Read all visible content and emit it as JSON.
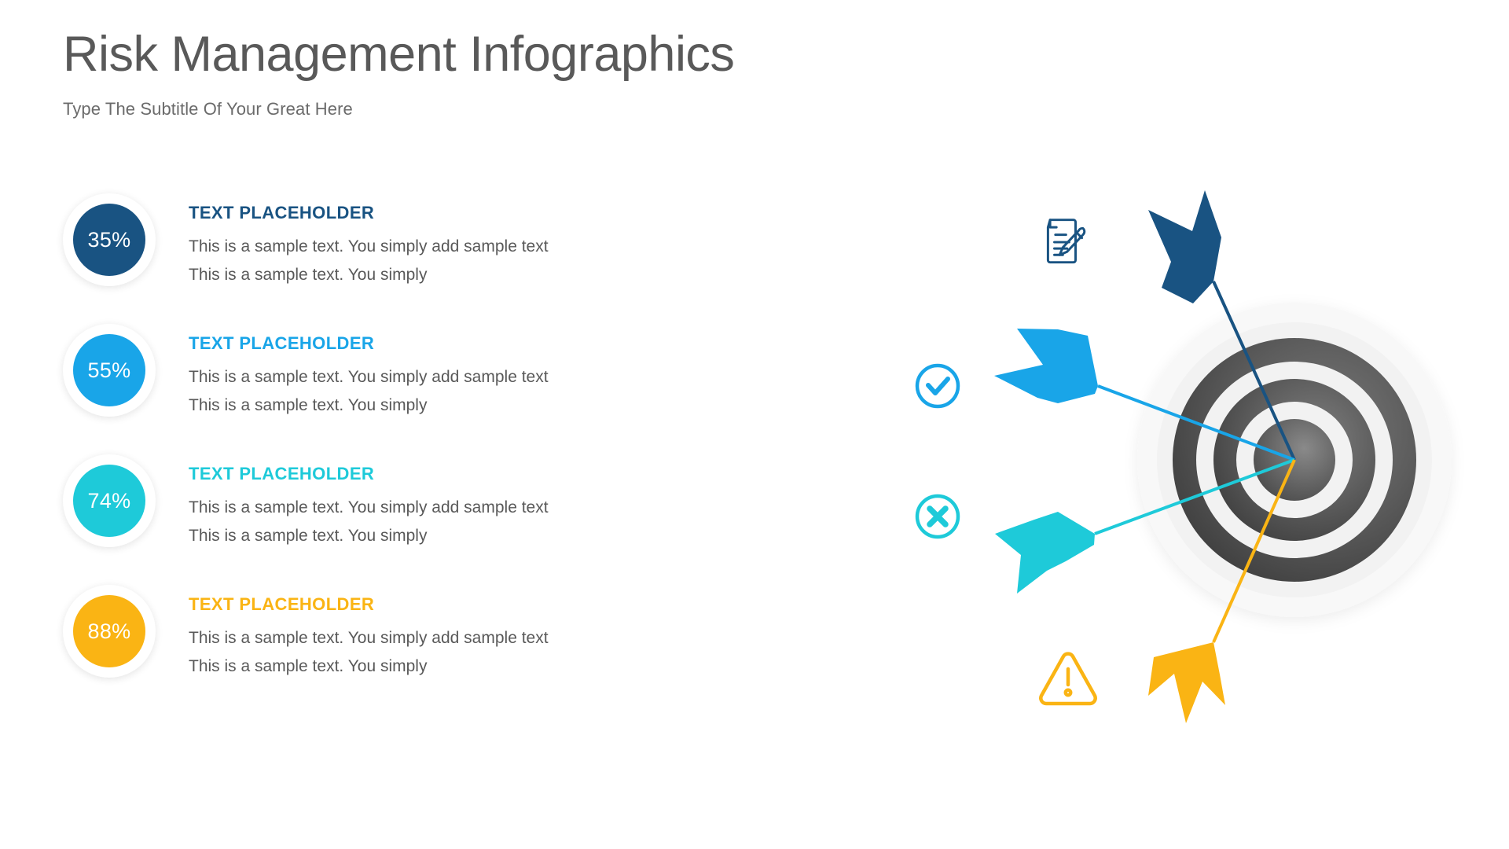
{
  "header": {
    "title": "Risk Management Infographics",
    "subtitle": "Type The Subtitle Of Your Great Here"
  },
  "colors": {
    "dark_blue": "#195382",
    "blue": "#19A5E8",
    "cyan": "#1ECAD9",
    "yellow": "#FAB414",
    "title_gray": "#595959",
    "text_gray": "#595959",
    "target_dark": "#4A4A4A",
    "target_light": "#F2F2F2",
    "target_halo": "#F7F7F7"
  },
  "items": [
    {
      "percent": "35%",
      "title": "TEXT PLACEHOLDER",
      "description": "This is a sample text. You simply add sample text This is a sample text. You simply",
      "color": "#195382"
    },
    {
      "percent": "55%",
      "title": "TEXT PLACEHOLDER",
      "description": "This is a sample text. You simply add sample text This is a sample text. You simply",
      "color": "#19A5E8"
    },
    {
      "percent": "74%",
      "title": "TEXT PLACEHOLDER",
      "description": "This is a sample text. You simply add sample text This is a sample text. You simply",
      "color": "#1ECAD9"
    },
    {
      "percent": "88%",
      "title": "TEXT PLACEHOLDER",
      "description": "This is a sample text. You simply add sample text This is a sample text. You simply",
      "color": "#FAB414"
    }
  ],
  "graphic": {
    "name": "target-with-arrows",
    "target": {
      "rings": 4,
      "center_label": "bullseye"
    },
    "arrows": [
      {
        "name": "arrow-dark-blue",
        "color": "#195382",
        "from": "top"
      },
      {
        "name": "arrow-blue",
        "color": "#19A5E8",
        "from": "upper-left"
      },
      {
        "name": "arrow-cyan",
        "color": "#1ECAD9",
        "from": "lower-left"
      },
      {
        "name": "arrow-yellow",
        "color": "#FAB414",
        "from": "bottom"
      }
    ],
    "icons": [
      {
        "name": "document-pencil-icon",
        "color": "#195382"
      },
      {
        "name": "check-circle-icon",
        "color": "#19A5E8"
      },
      {
        "name": "x-circle-icon",
        "color": "#1ECAD9"
      },
      {
        "name": "warning-triangle-icon",
        "color": "#FAB414"
      }
    ]
  }
}
